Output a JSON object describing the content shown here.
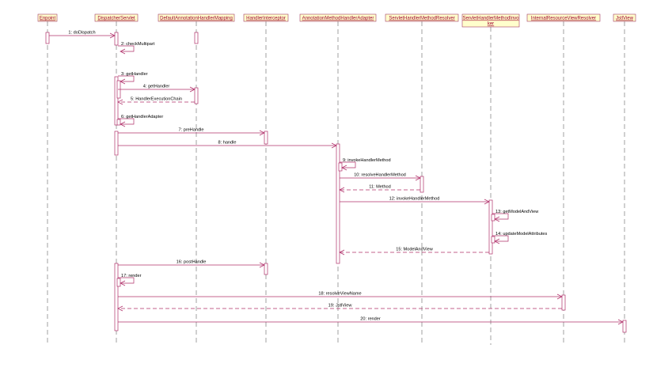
{
  "colors": {
    "line": "#b0306a",
    "header_fill": "#ffffcc",
    "header_border": "#a33a63",
    "header_text": "#a00030",
    "lifeline": "#7a7a7a"
  },
  "participants": [
    {
      "id": "enpoint",
      "label": "Enpoint"
    },
    {
      "id": "dispatcher",
      "label": "DispatcherServlet"
    },
    {
      "id": "mapping",
      "label": "DefaultAnnotationHandlerMapping"
    },
    {
      "id": "interceptor",
      "label": "HandlerInterceptor"
    },
    {
      "id": "adapter",
      "label": "AnnotationMethodHandlerAdapter"
    },
    {
      "id": "resolver",
      "label": "ServletHandlerMethodResolver"
    },
    {
      "id": "invoker",
      "label": [
        "ServletHandlerMethodInvo",
        "ker"
      ]
    },
    {
      "id": "viewresolver",
      "label": "InternalResourceViewResolver"
    },
    {
      "id": "jstlview",
      "label": "JstlView"
    }
  ],
  "messages": [
    {
      "label": "1: doDispatch",
      "from": "enpoint",
      "to": "dispatcher",
      "kind": "call"
    },
    {
      "label": "2: checkMultipart",
      "from": "dispatcher",
      "to": "dispatcher",
      "kind": "self"
    },
    {
      "label": "3: getHandler",
      "from": "dispatcher",
      "to": "dispatcher",
      "kind": "self"
    },
    {
      "label": "4: getHandler",
      "from": "dispatcher",
      "to": "mapping",
      "kind": "call"
    },
    {
      "label": "5: HandlerExecutionChain",
      "from": "mapping",
      "to": "dispatcher",
      "kind": "return"
    },
    {
      "label": "6: getHandlerAdapter",
      "from": "dispatcher",
      "to": "dispatcher",
      "kind": "self"
    },
    {
      "label": "7: preHandle",
      "from": "dispatcher",
      "to": "interceptor",
      "kind": "call"
    },
    {
      "label": "8: handle",
      "from": "dispatcher",
      "to": "adapter",
      "kind": "call"
    },
    {
      "label": "9: invokeHandlerMethod",
      "from": "adapter",
      "to": "adapter",
      "kind": "self"
    },
    {
      "label": "10: resolveHandlerMethod",
      "from": "adapter",
      "to": "resolver",
      "kind": "call"
    },
    {
      "label": "11: Method",
      "from": "resolver",
      "to": "adapter",
      "kind": "return"
    },
    {
      "label": "12: invokeHandlerMethod",
      "from": "adapter",
      "to": "invoker",
      "kind": "call"
    },
    {
      "label": "13: getModelAndView",
      "from": "invoker",
      "to": "invoker",
      "kind": "self"
    },
    {
      "label": "14: updateModelAttributes",
      "from": "invoker",
      "to": "invoker",
      "kind": "self"
    },
    {
      "label": "15: ModelAndView",
      "from": "invoker",
      "to": "adapter",
      "kind": "return"
    },
    {
      "label": "16: postHandle",
      "from": "dispatcher",
      "to": "interceptor",
      "kind": "call"
    },
    {
      "label": "17: render",
      "from": "dispatcher",
      "to": "dispatcher",
      "kind": "self"
    },
    {
      "label": "18: resolveViewName",
      "from": "dispatcher",
      "to": "viewresolver",
      "kind": "call"
    },
    {
      "label": "19: JstlView",
      "from": "viewresolver",
      "to": "dispatcher",
      "kind": "return"
    },
    {
      "label": "20: render",
      "from": "dispatcher",
      "to": "jstlview",
      "kind": "call"
    }
  ]
}
